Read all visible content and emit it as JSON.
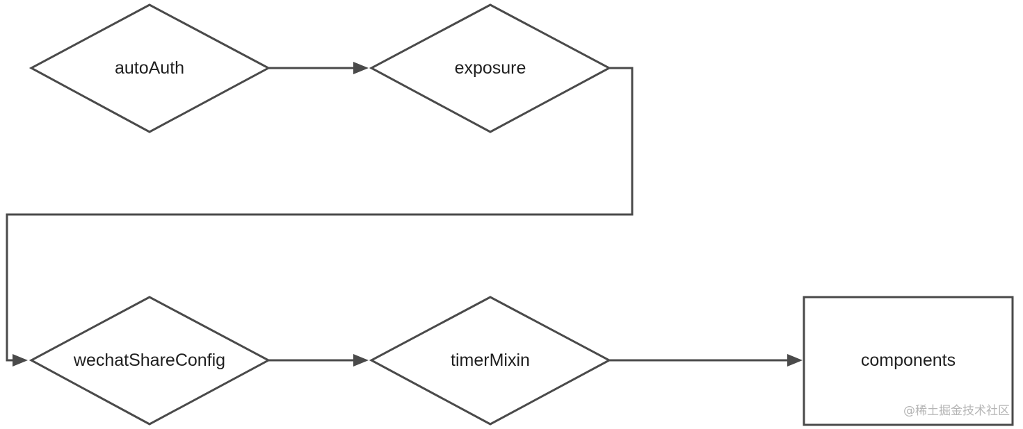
{
  "diagram": {
    "nodes": [
      {
        "id": "autoAuth",
        "label": "autoAuth",
        "shape": "diamond"
      },
      {
        "id": "exposure",
        "label": "exposure",
        "shape": "diamond"
      },
      {
        "id": "wechatShareConfig",
        "label": "wechatShareConfig",
        "shape": "diamond"
      },
      {
        "id": "timerMixin",
        "label": "timerMixin",
        "shape": "diamond"
      },
      {
        "id": "components",
        "label": "components",
        "shape": "rectangle"
      }
    ],
    "edges": [
      {
        "from": "autoAuth",
        "to": "exposure"
      },
      {
        "from": "exposure",
        "to": "wechatShareConfig"
      },
      {
        "from": "wechatShareConfig",
        "to": "timerMixin"
      },
      {
        "from": "timerMixin",
        "to": "components"
      }
    ]
  },
  "watermark": "@稀土掘金技术社区",
  "colors": {
    "stroke": "#4a4a4a",
    "text": "#1f1f1f",
    "watermark": "#b5b5b5"
  }
}
